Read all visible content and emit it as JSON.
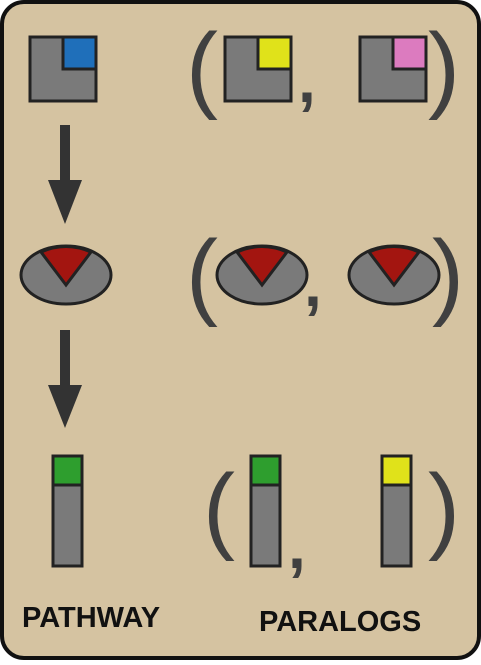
{
  "labels": {
    "pathway": "PATHWAY",
    "paralogs": "PARALOGS"
  },
  "glyphs": {
    "open_paren": "(",
    "close_paren": ")",
    "comma": ","
  },
  "colors": {
    "panel_fill": "#d5c3a1",
    "panel_stroke": "#111111",
    "shape_gray": "#7a7a7a",
    "outline": "#222222",
    "arrow": "#333333",
    "blue": "#1f6fba",
    "yellow": "#e0e21a",
    "pink": "#dc7bbf",
    "red": "#a31510",
    "green": "#2e9e2e"
  },
  "pathway": [
    {
      "shape": "square-icon",
      "accent": "blue"
    },
    {
      "shape": "ellipse-icon",
      "accent": "red"
    },
    {
      "shape": "bar-icon",
      "accent": "green"
    }
  ],
  "paralogs": [
    {
      "shape": "square-icon",
      "accents": [
        "yellow",
        "pink"
      ]
    },
    {
      "shape": "ellipse-icon",
      "accents": [
        "red",
        "red"
      ]
    },
    {
      "shape": "bar-icon",
      "accents": [
        "green",
        "yellow"
      ]
    }
  ]
}
